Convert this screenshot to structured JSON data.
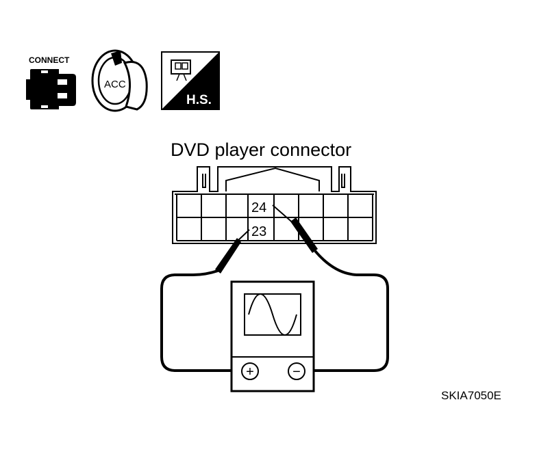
{
  "icons": {
    "connect": {
      "label": "CONNECT",
      "name": "connector-icon"
    },
    "ignition": {
      "label": "ACC",
      "name": "ignition-key-acc-icon"
    },
    "harness": {
      "label": "H.S.",
      "name": "harness-side-icon"
    }
  },
  "connector": {
    "title": "DVD player connector",
    "pins": [
      "24",
      "23"
    ]
  },
  "meter": {
    "name": "oscilloscope",
    "positive": "+",
    "negative": "−"
  },
  "figure_code": "SKIA7050E"
}
